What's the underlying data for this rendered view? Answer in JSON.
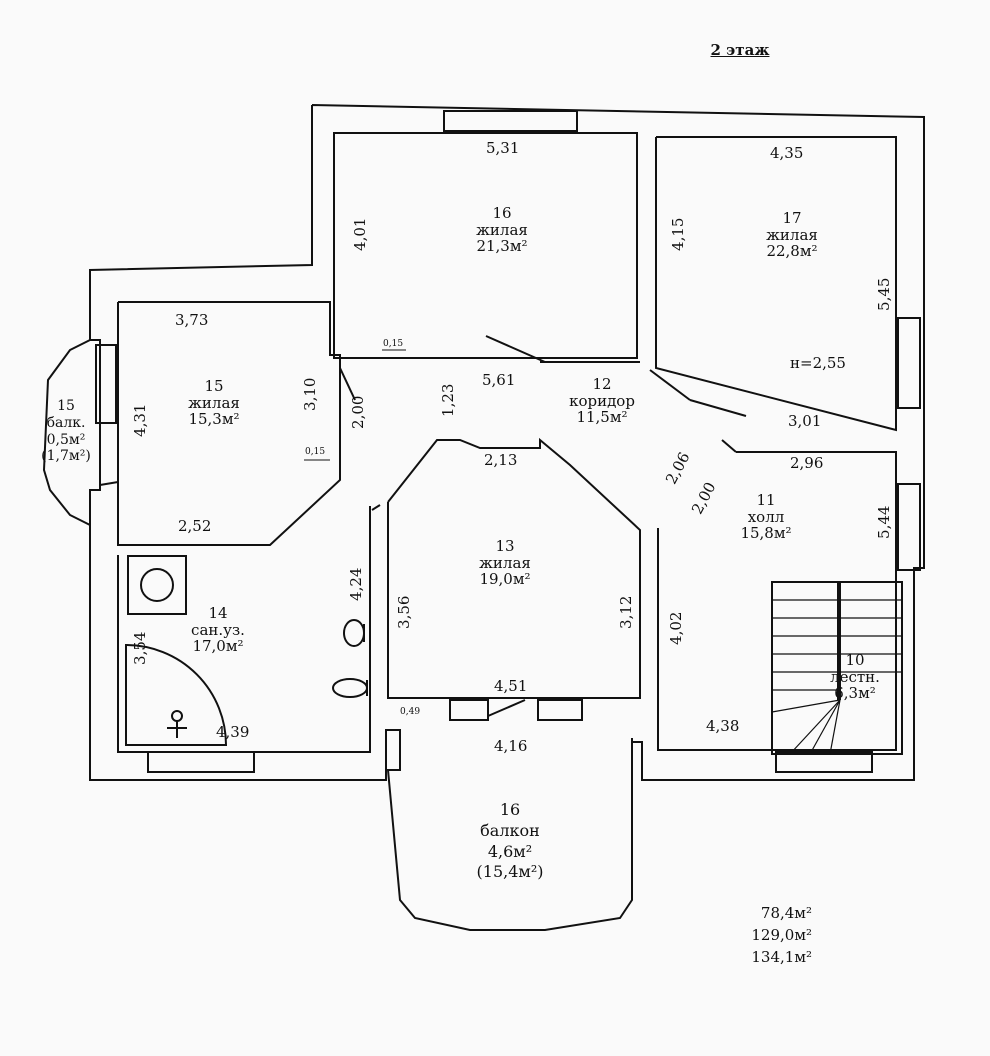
{
  "floor_title": "2 этаж",
  "rooms": {
    "r16": {
      "number": "16",
      "type": "жилая",
      "area": "21,3м²"
    },
    "r17": {
      "number": "17",
      "type": "жилая",
      "area": "22,8м²"
    },
    "r15": {
      "number": "15",
      "type": "жилая",
      "area": "15,3м²"
    },
    "r12": {
      "number": "12",
      "type": "коридор",
      "area": "11,5м²"
    },
    "r13": {
      "number": "13",
      "type": "жилая",
      "area": "19,0м²"
    },
    "r11": {
      "number": "11",
      "type": "холл",
      "area": "15,8м²"
    },
    "r14": {
      "number": "14",
      "type": "сан.уз.",
      "area": "17,0м²"
    },
    "r10": {
      "number": "10",
      "type": "лестн.",
      "area": "6,3м²"
    },
    "balcony16": {
      "number": "16",
      "type": "балкон",
      "area": "4,6м²",
      "area_total": "(15,4м²)"
    },
    "balcony15": {
      "number": "15",
      "type": "балк.",
      "area": "0,5м²",
      "area_total": "(1,7м²)"
    }
  },
  "dimensions": {
    "d531": "5,31",
    "d435": "4,35",
    "d401": "4,01",
    "d415": "4,15",
    "d545": "5,45",
    "h255": "н=2,55",
    "d373": "3,73",
    "d431": "4,31",
    "d310": "3,10",
    "d200a": "2,00",
    "d123": "1,23",
    "d561": "5,61",
    "d301": "3,01",
    "d296": "2,96",
    "d206": "2,06",
    "d200b": "2,00",
    "d213": "2,13",
    "d252": "2,52",
    "d424": "4,24",
    "d356": "3,56",
    "d312": "3,12",
    "d402": "4,02",
    "d544": "5,44",
    "d354": "3,54",
    "d439": "4,39",
    "d451": "4,51",
    "d416": "4,16",
    "d438": "4,38",
    "w015a": "0,15",
    "w015b": "0,15",
    "w049": "0,49"
  },
  "totals": [
    "78,4м²",
    "129,0м²",
    "134,1м²"
  ]
}
